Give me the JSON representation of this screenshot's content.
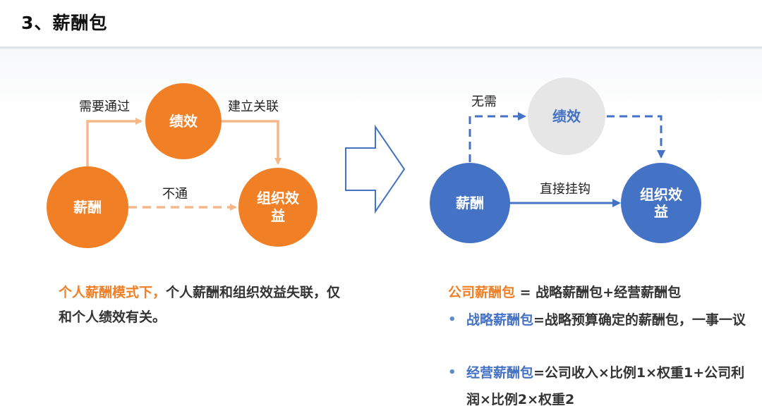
{
  "header": {
    "title": "3、薪酬包"
  },
  "left_diagram": {
    "nodes": {
      "performance": "绩效",
      "salary": "薪酬",
      "org_benefit_line1": "组织效",
      "org_benefit_line2": "益"
    },
    "edges": {
      "salary_to_performance": "需要通过",
      "performance_to_org": "建立关联",
      "salary_to_org": "不通"
    }
  },
  "right_diagram": {
    "nodes": {
      "performance": "绩效",
      "salary": "薪酬",
      "org_benefit_line1": "组织效",
      "org_benefit_line2": "益"
    },
    "edges": {
      "salary_to_performance": "无需",
      "salary_to_org": "直接挂钩"
    }
  },
  "left_note": {
    "highlight": "个人薪酬模式下，",
    "text": "个人薪酬和组织效益失联，仅和个人绩效有关。"
  },
  "right_note": {
    "formula_highlight": "公司薪酬包",
    "formula_text": " = 战略薪酬包+经营薪酬包",
    "bullets": [
      {
        "highlight": "战略薪酬包",
        "text": "=战略预算确定的薪酬包，一事一议"
      },
      {
        "highlight": "经营薪酬包",
        "text": "=公司收入×比例1×权重1+公司利润×比例2×权重2"
      }
    ]
  },
  "colors": {
    "orange": "#f07f25",
    "light_orange": "#f6b78a",
    "blue": "#4472c4",
    "grey_node": "#e6e6e6"
  }
}
